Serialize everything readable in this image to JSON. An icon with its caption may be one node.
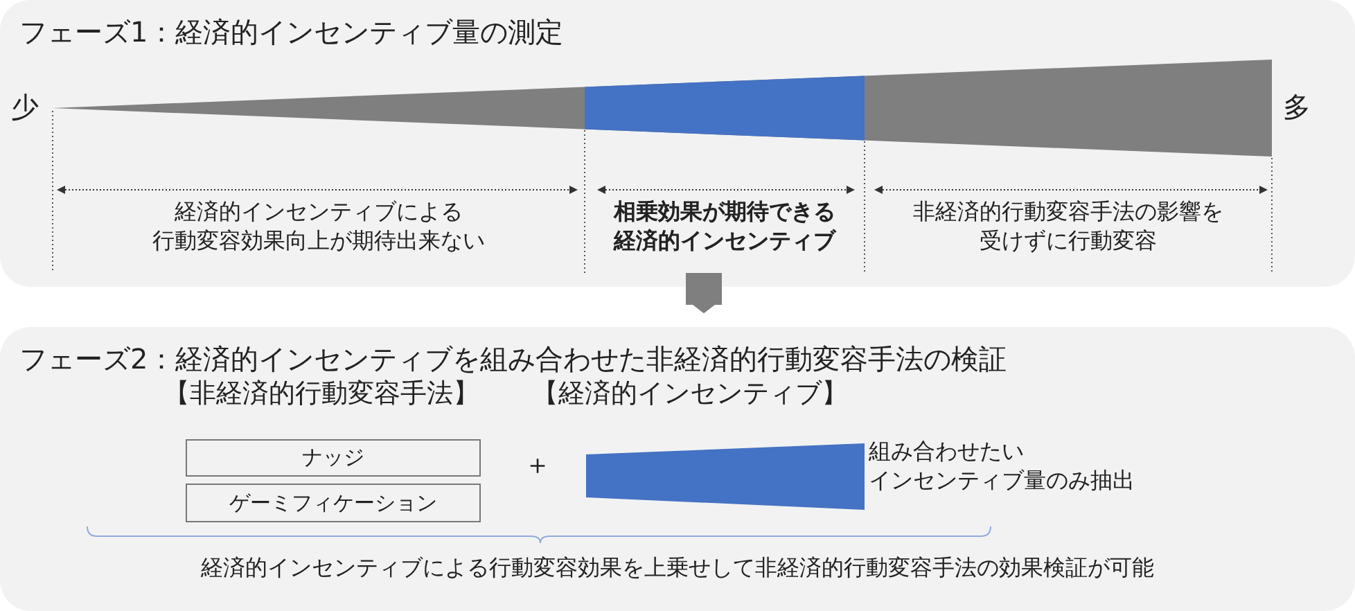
{
  "diagram": {
    "nodes": [
      {
        "text": [
          "フェーズ1：経済的インセンティブ量の測定"
        ]
      },
      {
        "text": [
          "フェーズ2：経済的インセンティブを組み合わせた非経済的行動変容手法の検証"
        ]
      },
      {
        "text": [
          "ナッジ"
        ],
        "in": 1
      },
      {
        "text": [
          "ゲーミフィケーション"
        ],
        "in": 1
      }
    ],
    "edges": [
      {
        "from": 0,
        "to": 1,
        "arrow": "to"
      }
    ],
    "labels": [
      "少",
      "多",
      "経済的インセンティブによる行動変容効果向上が期待出来ない",
      "相乗効果が期待できる経済的インセンティブ",
      "非経済的行動変容手法の影響を受けずに行動変容",
      "【非経済的行動変容手法】",
      "【経済的インセンティブ】",
      "＋",
      "組み合わせたいインセンティブ量のみ抽出",
      "経済的インセンティブによる行動変容効果を上乗せして非経済的行動変容手法の効果検証が可能"
    ]
  }
}
